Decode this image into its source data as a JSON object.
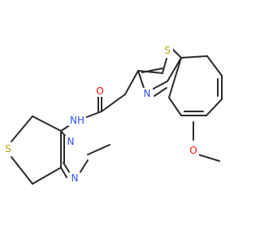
{
  "molecule": {
    "atoms": {
      "amide_o": {
        "symbol": "O",
        "color": "#ff0d0d"
      },
      "amide_nh": {
        "symbol": "NH",
        "color": "#3050f8"
      },
      "thiazole_s": {
        "symbol": "S",
        "color": "#b8a600"
      },
      "thiazole_n": {
        "symbol": "N",
        "color": "#3050f8"
      },
      "methoxy_o": {
        "symbol": "O",
        "color": "#ff0d0d"
      },
      "pyrazole_n2": {
        "symbol": "N",
        "color": "#3050f8"
      },
      "pyrazole_n1": {
        "symbol": "N",
        "color": "#3050f8"
      },
      "thiophene_s": {
        "symbol": "S",
        "color": "#b8a600"
      }
    },
    "bond_color": "#2b2b2b"
  }
}
